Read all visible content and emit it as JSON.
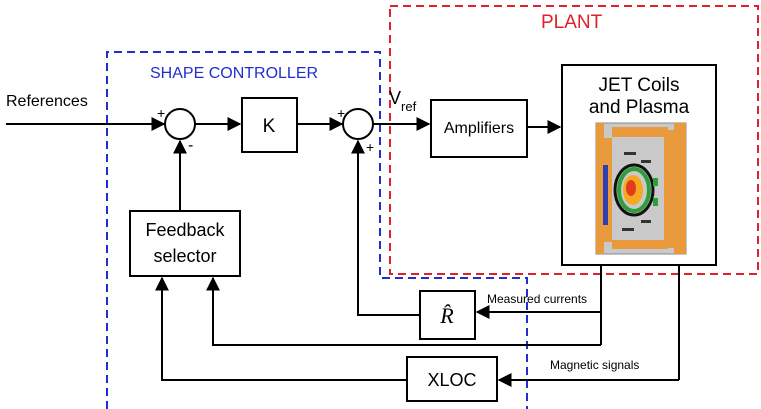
{
  "colors": {
    "shape_controller_border": "#1f2fd0",
    "plant_border": "#e0202a",
    "coil_body": "#e89a3c",
    "coil_inner": "#c9c9c9",
    "plasma_core": "#f6a820",
    "plasma_ring": "#2e9e3a",
    "conductor": "#2e3fb0"
  },
  "regions": {
    "shape_controller": "SHAPE CONTROLLER",
    "plant": "PLANT"
  },
  "inputs": {
    "references": "References"
  },
  "blocks": {
    "gain": "K",
    "amplifiers": "Amplifiers",
    "plant_title_line1": "JET Coils",
    "plant_title_line2": "and Plasma",
    "feedback_line1": "Feedback",
    "feedback_line2": "selector",
    "estimator": "R̂",
    "xloc": "XLOC"
  },
  "signals": {
    "vref_main": "V",
    "vref_sub": "ref",
    "measured_currents": "Measured currents",
    "magnetic_signals": "Magnetic signals"
  },
  "summing": {
    "sum1_top": "+",
    "sum1_bottom": "-",
    "sum2_top": "+",
    "sum2_bottom": "+"
  },
  "icons": {
    "tokamak": "tokamak-cross-section-icon"
  }
}
